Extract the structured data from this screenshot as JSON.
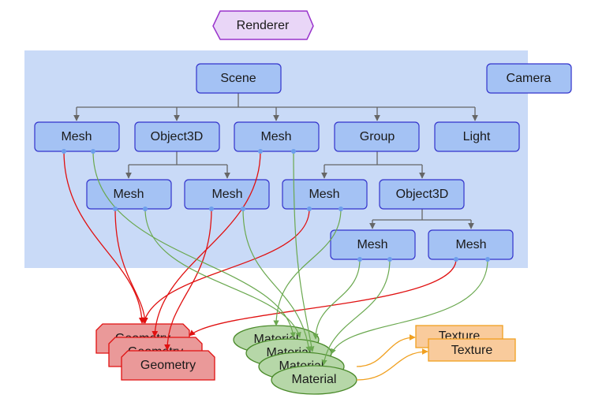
{
  "renderer": "Renderer",
  "camera": "Camera",
  "scene": "Scene",
  "row1": [
    "Mesh",
    "Object3D",
    "Mesh",
    "Group",
    "Light"
  ],
  "row2": [
    "Mesh",
    "Mesh",
    "Mesh",
    "Object3D"
  ],
  "row3": [
    "Mesh",
    "Mesh"
  ],
  "geometries": [
    "Geometry",
    "Geometry",
    "Geometry"
  ],
  "materials": [
    "Material",
    "Material",
    "Material",
    "Material"
  ],
  "textures": [
    "Texture",
    "Texture"
  ],
  "colors": {
    "scene_panel": "#c9daf7",
    "node_fill": "#a4c2f4",
    "node_stroke": "#3333cc",
    "renderer_fill": "#e9d6f7",
    "renderer_stroke": "#9933cc",
    "geometry_fill": "#ea9999",
    "geometry_stroke": "#e01010",
    "material_fill": "#b6d7a8",
    "material_stroke": "#4a8a2a",
    "texture_fill": "#f9cb9c",
    "texture_stroke": "#f0a020",
    "tree_line": "#666666",
    "geometry_link": "#e01010",
    "material_link": "#6aa84f",
    "texture_link": "#f0a020"
  }
}
